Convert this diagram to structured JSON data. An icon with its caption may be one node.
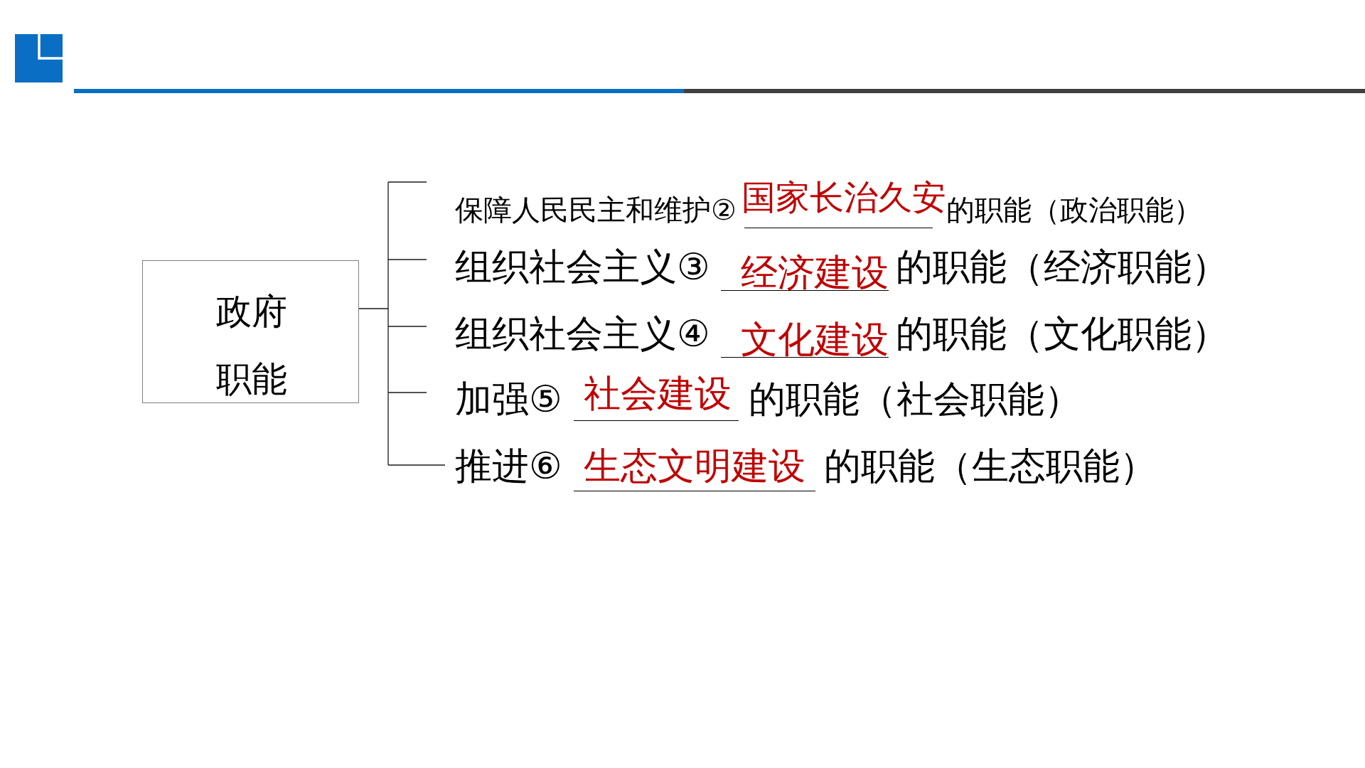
{
  "diagram": {
    "nodes": [
      {
        "text": [
          "政府职能"
        ]
      },
      {
        "text": [
          "保障人民民主和维护②",
          "国家长治久安",
          "的职能（政治职能）"
        ]
      },
      {
        "text": [
          "组织社会主义③",
          "经济建设",
          "的职能（经济职能）"
        ]
      },
      {
        "text": [
          "组织社会主义④",
          "文化建设",
          "的职能（文化职能）"
        ]
      },
      {
        "text": [
          "加强⑤",
          "社会建设",
          "的职能（社会职能）"
        ]
      },
      {
        "text": [
          "推进⑥",
          "生态文明建设",
          "的职能（生态职能）"
        ]
      }
    ],
    "edges": [
      {
        "from": 0,
        "to": 1,
        "arrow": "none"
      },
      {
        "from": 0,
        "to": 2,
        "arrow": "none"
      },
      {
        "from": 0,
        "to": 3,
        "arrow": "none"
      },
      {
        "from": 0,
        "to": 4,
        "arrow": "none"
      },
      {
        "from": 0,
        "to": 5,
        "arrow": "none"
      }
    ]
  }
}
